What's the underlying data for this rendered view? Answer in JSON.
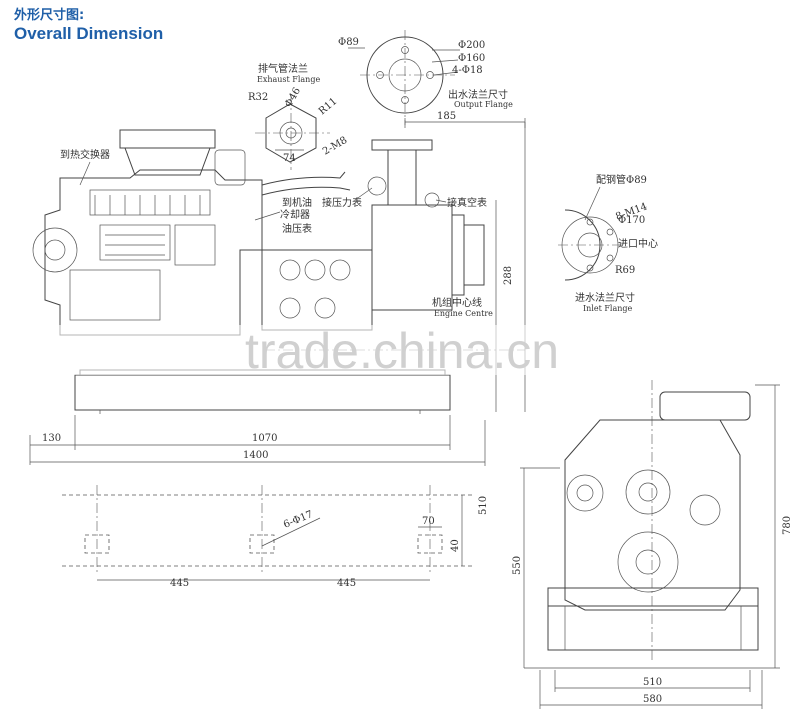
{
  "header": {
    "title_cn": "外形尺寸图:",
    "title_en": "Overall Dimension"
  },
  "labels": {
    "exhaust_flange_cn": "排气管法兰",
    "exhaust_flange_en": "Exhaust Flange",
    "output_flange_cn": "出水法兰尺寸",
    "output_flange_en": "Output Flange",
    "to_heat_exchanger": "到热交换器",
    "to_oil_cooler_1": "到机油",
    "to_oil_cooler_2": "冷却器",
    "oil_pressure_gauge": "油压表",
    "to_pressure_gauge": "接压力表",
    "to_vacuum_gauge": "接真空表",
    "engine_centre_cn": "机组中心线",
    "engine_centre_en": "Engine Centre",
    "steel_pipe": "配钢管Φ89",
    "inlet_centre": "进口中心",
    "inlet_flange_cn": "进水法兰尺寸",
    "inlet_flange_en": "Inlet Flange"
  },
  "dimensions": {
    "phi89": "Φ89",
    "phi200": "Φ200",
    "phi160": "Φ160",
    "holes_4_phi18": "4-Φ18",
    "phi46": "Φ46",
    "r32": "R32",
    "r11": "R11",
    "holes_2_m8": "2-M8",
    "d74": "74",
    "d185": "185",
    "d288": "288",
    "d130": "130",
    "d1070": "1070",
    "d1400": "1400",
    "d510_side": "510",
    "d70": "70",
    "d40": "40",
    "holes_6_phi17": "6-Φ17",
    "d445_left": "445",
    "d445_right": "445",
    "holes_8_m14": "8-M14",
    "phi170": "Φ170",
    "r69": "R69",
    "d550": "550",
    "d780": "780",
    "d510_front": "510",
    "d580": "580"
  },
  "watermark": "trade.china.cn"
}
